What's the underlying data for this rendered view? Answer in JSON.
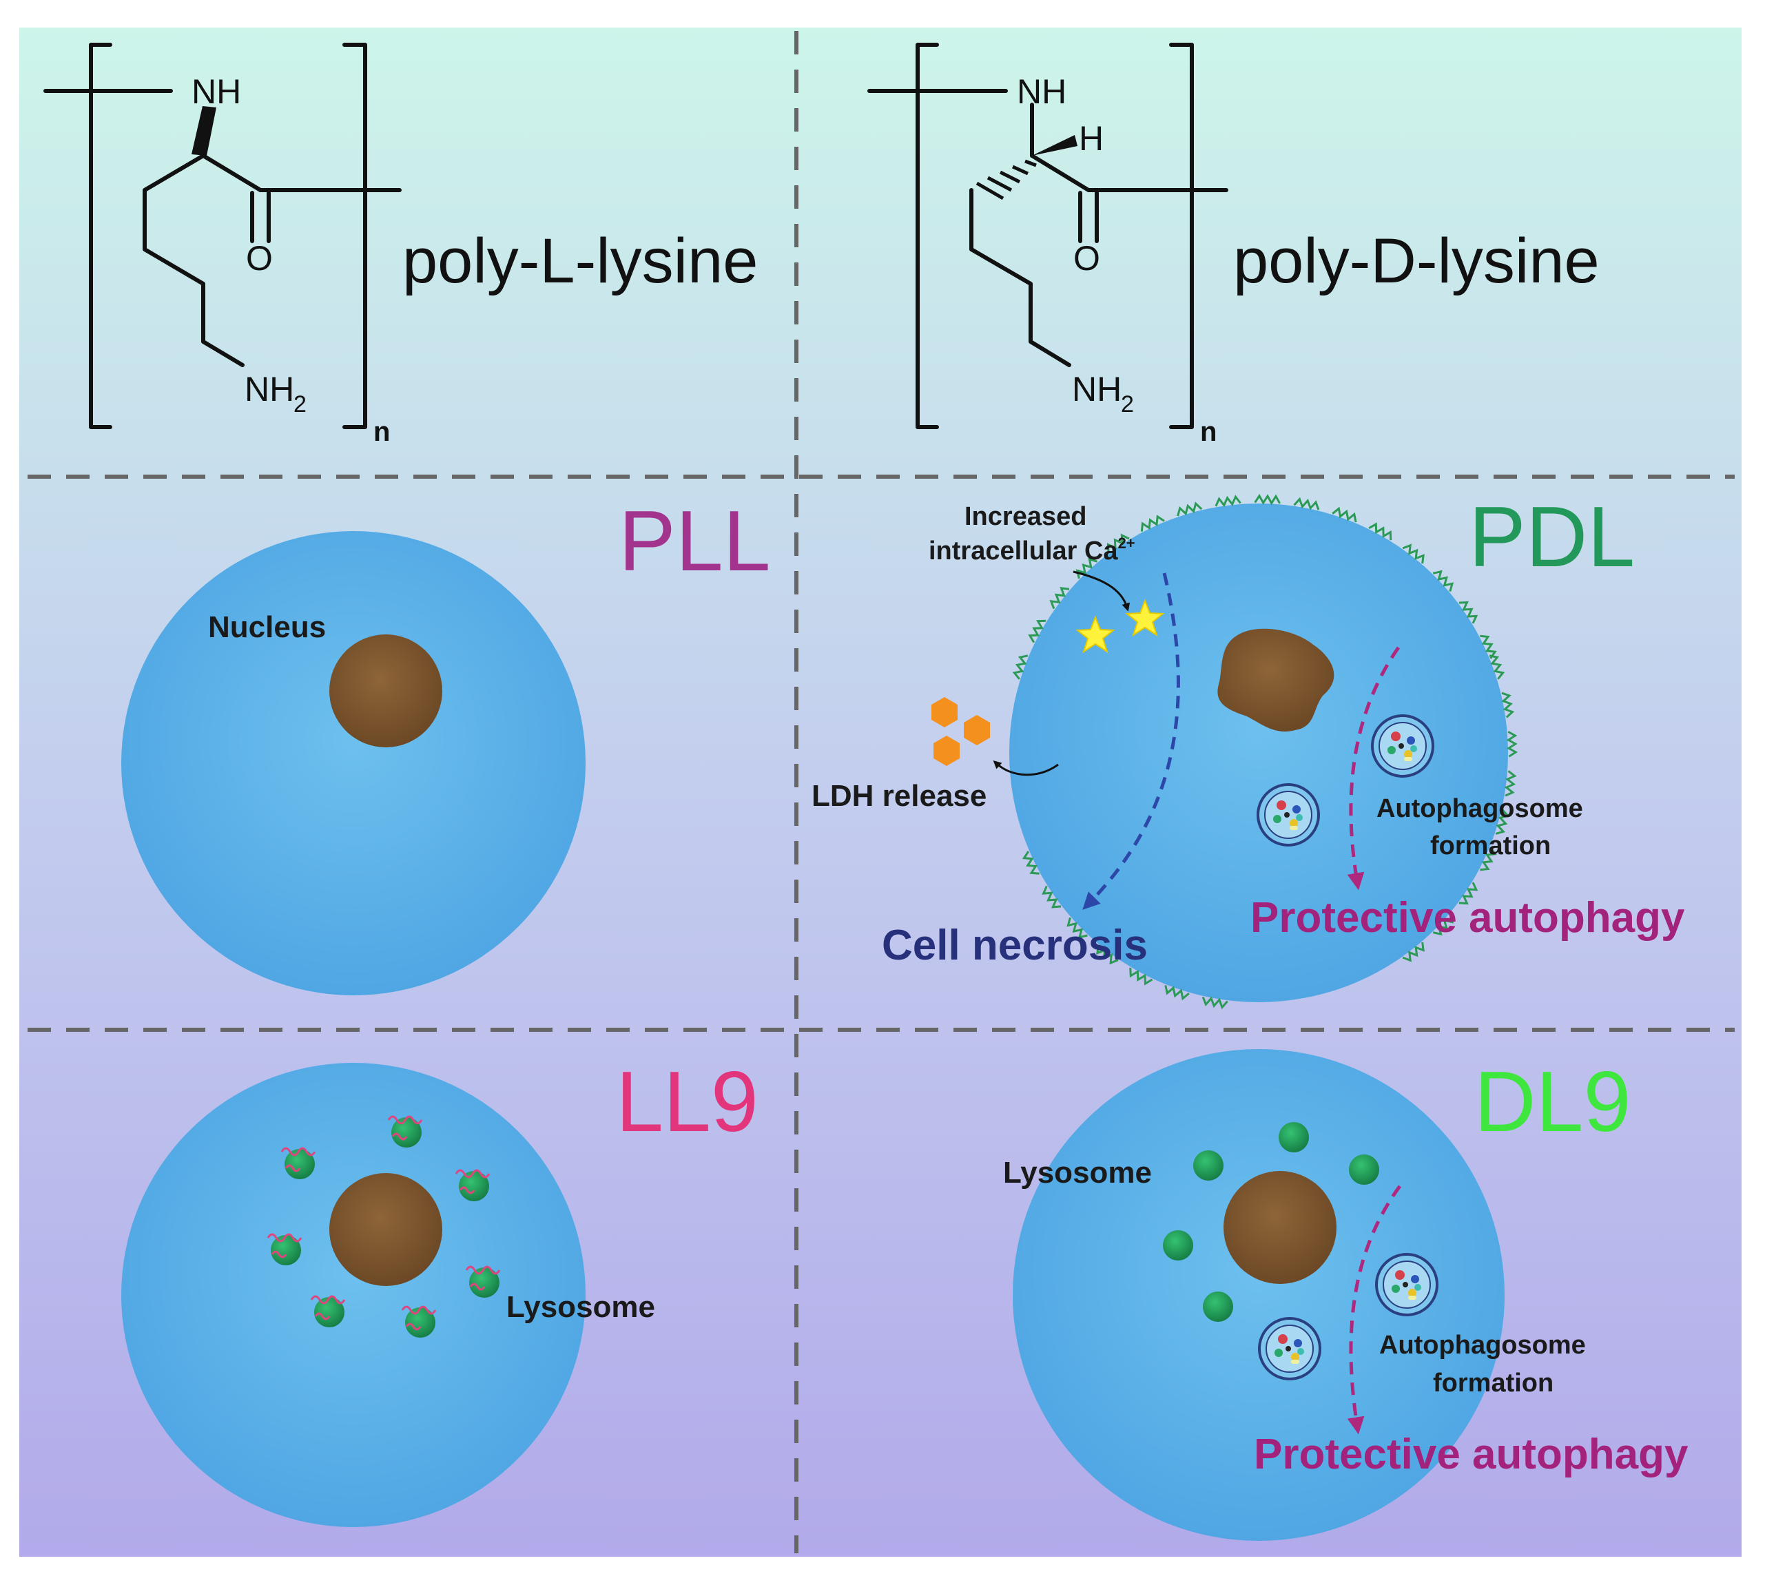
{
  "colors": {
    "background_top": "#cdf5ea",
    "background_bottom": "#b2aaea",
    "cell": "#5aaee6",
    "nucleus": "#7a5530",
    "lysosome": "#1a9a55",
    "polymer_chain": "#e0457f",
    "membrane_wave": "#2a9a55",
    "pll": "#a3348e",
    "pdl": "#22995a",
    "ll9": "#e2357c",
    "dl9": "#3ee63e",
    "necrosis": "#27307a",
    "autophagy": "#a3237c",
    "ldh": "#f4901e",
    "calcium_star": "#fff23a"
  },
  "structures": {
    "left": {
      "name": "poly-L-lysine",
      "nh": "NH",
      "o": "O",
      "nh2_main": "NH",
      "nh2_sub": "2",
      "n": "n"
    },
    "right": {
      "name": "poly-D-lysine",
      "nh": "NH",
      "h": "H",
      "o": "O",
      "nh2_main": "NH",
      "nh2_sub": "2",
      "n": "n"
    }
  },
  "panels": {
    "pll": {
      "title": "PLL",
      "nucleus_label": "Nucleus"
    },
    "pdl": {
      "title": "PDL",
      "calcium_line1": "Increased",
      "calcium_line2": "intracellular Ca",
      "calcium_sup": "2+",
      "ldh_label": "LDH release",
      "autophagosome_line1": "Autophagosome",
      "autophagosome_line2": "formation",
      "necrosis_label": "Cell necrosis",
      "autophagy_label": "Protective autophagy"
    },
    "ll9": {
      "title": "LL9",
      "lysosome_label": "Lysosome"
    },
    "dl9": {
      "title": "DL9",
      "lysosome_label": "Lysosome",
      "autophagosome_line1": "Autophagosome",
      "autophagosome_line2": "formation",
      "autophagy_label": "Protective autophagy"
    }
  }
}
